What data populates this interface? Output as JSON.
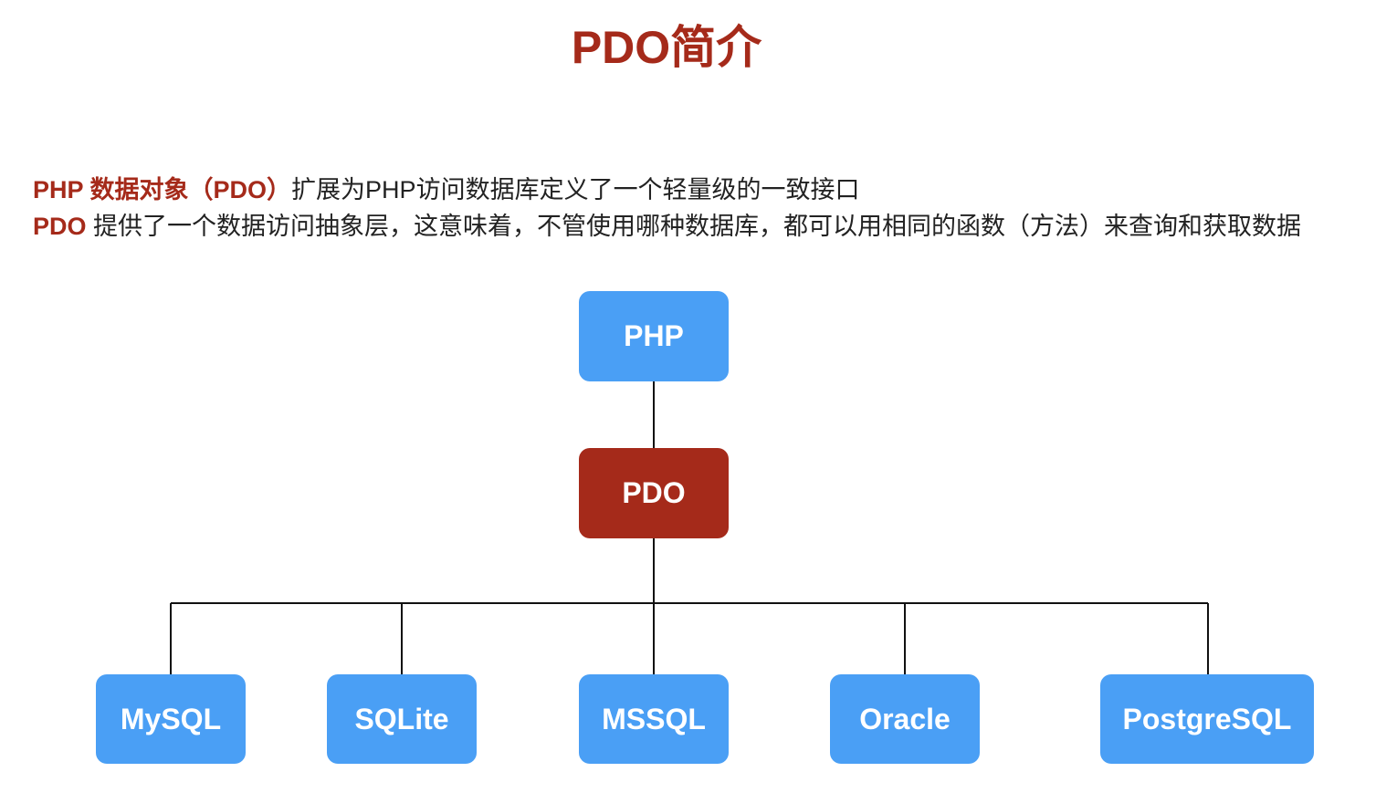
{
  "title": "PDO简介",
  "description": {
    "line1_highlight": "PHP 数据对象（PDO）",
    "line1_text": "扩展为PHP访问数据库定义了一个轻量级的一致接口",
    "line2_highlight": "PDO",
    "line2_text": " 提供了一个数据访问抽象层，这意味着，不管使用哪种数据库，都可以用相同的函数（方法）来查询和获取数据"
  },
  "diagram": {
    "root": "PHP",
    "middle": "PDO",
    "databases": [
      "MySQL",
      "SQLite",
      "MSSQL",
      "Oracle",
      "PostgreSQL"
    ]
  },
  "colors": {
    "accent_red": "#a52a1a",
    "node_blue": "#4a9ff5"
  }
}
